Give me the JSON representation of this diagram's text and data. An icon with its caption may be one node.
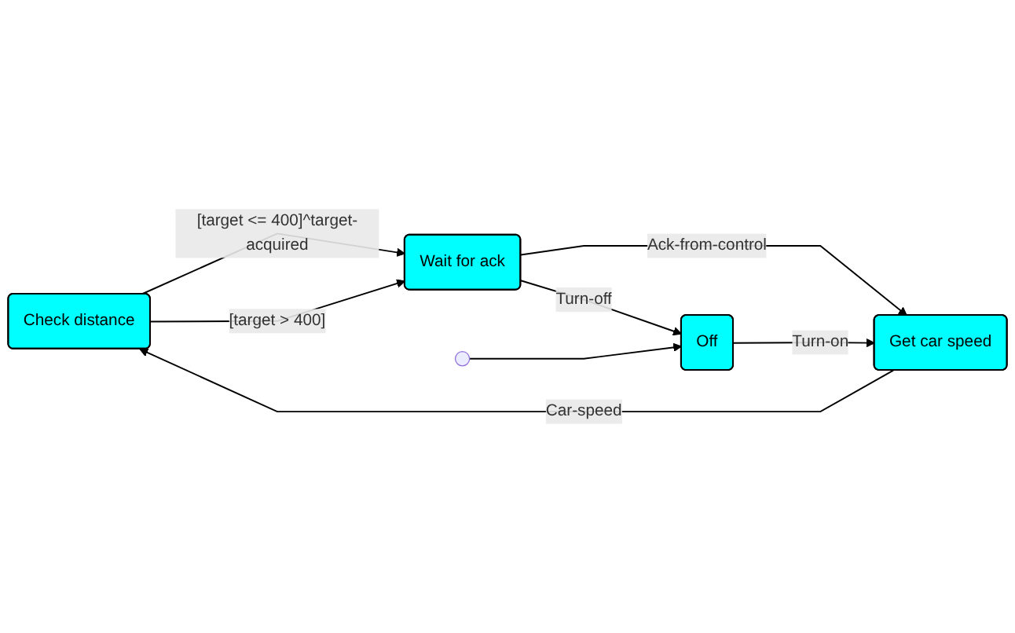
{
  "diagram": {
    "nodes": [
      {
        "text": [
          "Check distance"
        ]
      },
      {
        "text": [
          "Wait for ack"
        ]
      },
      {
        "text": [
          "Get car speed"
        ]
      },
      {
        "text": [
          "Off"
        ]
      },
      {
        "text": [],
        "shape": "circle"
      }
    ],
    "edges": [
      {
        "from": 0,
        "to": 1,
        "arrow": "to",
        "label": "[target <= 400]^target-acquired"
      },
      {
        "from": 0,
        "to": 1,
        "arrow": "to",
        "label": "[target > 400]"
      },
      {
        "from": 1,
        "to": 2,
        "arrow": "to",
        "label": "Ack-from-control"
      },
      {
        "from": 2,
        "to": 0,
        "arrow": "to",
        "label": "Car-speed"
      },
      {
        "from": 3,
        "to": 2,
        "arrow": "to",
        "label": "Turn-on"
      },
      {
        "from": 1,
        "to": 3,
        "arrow": "to",
        "label": "Turn-off"
      },
      {
        "from": 4,
        "to": 3,
        "arrow": "to"
      }
    ]
  }
}
